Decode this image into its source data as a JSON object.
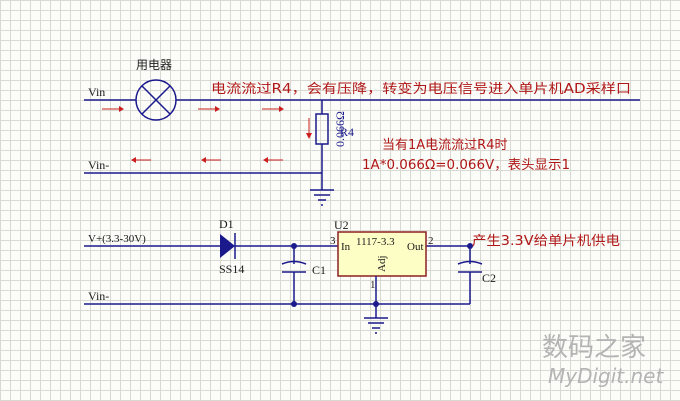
{
  "colors": {
    "wire": "#1a1a8c",
    "annotation": "#b01818",
    "grid": "#d9d9d4",
    "background": "#fcfcf8",
    "chip": "#fdfdc6"
  },
  "top_circuit": {
    "vin_label": "Vin",
    "vin_minus_label": "Vin-",
    "lamp_label": "用电器",
    "r4_name": "R4",
    "r4_value": "0.066Ω",
    "note_line1": "电流流过R4，会有压降，转变为电压信号进入单片机AD采样口",
    "note_line2": "当有1A电流流过R4时",
    "note_line3": "1A*0.066Ω=0.066V，表头显示1"
  },
  "bottom_circuit": {
    "vplus_label": "V+(3.3-30V)",
    "vin_minus_label": "Vin-",
    "d1_name": "D1",
    "d1_part": "SS14",
    "c1_name": "C1",
    "c2_name": "C2",
    "u2_name": "U2",
    "u2_part": "1117-3.3",
    "pin_in": "In",
    "pin_out": "Out",
    "pin_adj": "Adj",
    "pin_num_in": "3",
    "pin_num_out": "2",
    "pin_num_adj": "1",
    "output_note": "产生3.3V给单片机供电"
  },
  "watermark": {
    "cn": "数码之家",
    "en": "MyDigit.net"
  }
}
